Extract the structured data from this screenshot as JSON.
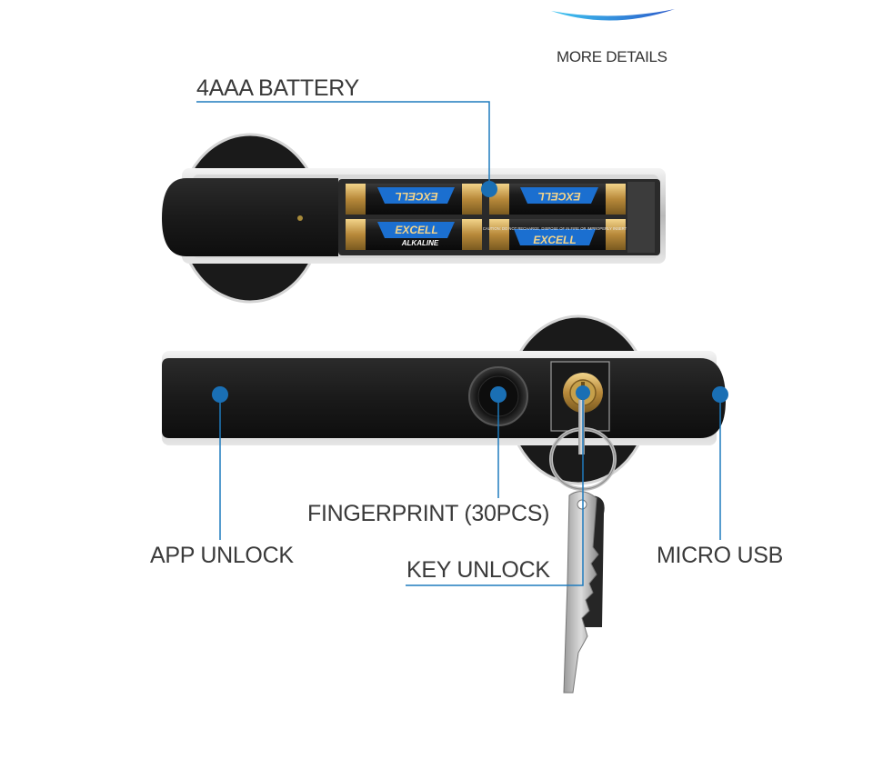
{
  "header": {
    "more_details": "MORE DETAILS"
  },
  "callouts": {
    "battery": "4AAA BATTERY",
    "fingerprint": "FINGERPRINT (30PCS)",
    "app_unlock": "APP UNLOCK",
    "key_unlock": "KEY UNLOCK",
    "micro_usb": "MICRO USB"
  },
  "battery_labels": {
    "brand": "EXCELL",
    "type": "ALKALINE",
    "caution": "CAUTION: DO NOT RECHARGE, DISPOSE OF IN FIRE OR IMPROPERLY INSERT"
  },
  "colors": {
    "accent": "#1a6fb4",
    "line": "#1f7bbd",
    "handle": "#1e1e1e",
    "chrome": "#c9c9c9",
    "battery_blue": "#1b6fd0",
    "battery_gold": "#c8a24a"
  }
}
